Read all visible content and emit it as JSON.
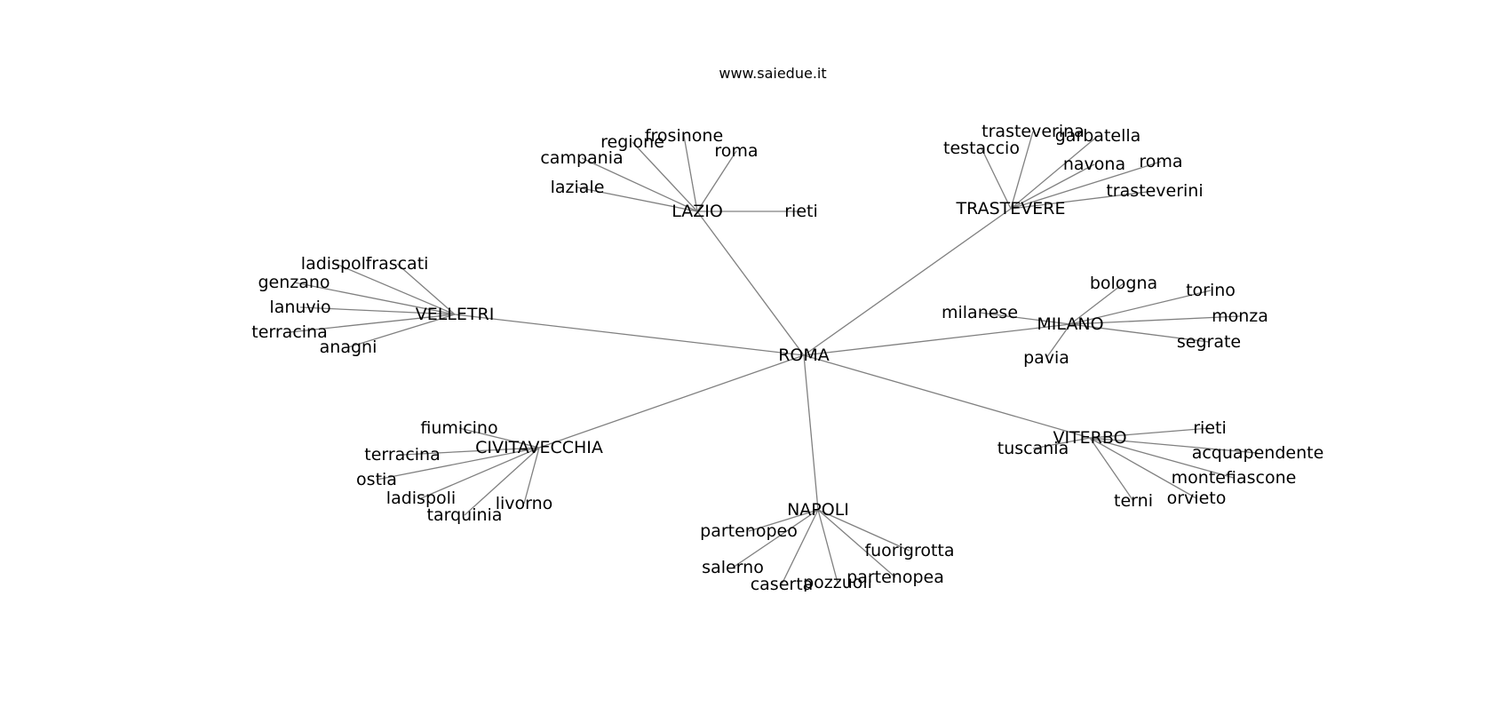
{
  "title": "www.saiedue.it",
  "colors": {
    "edge": "#808080",
    "text": "#000000",
    "background": "#ffffff"
  },
  "graph": {
    "root": "ROMA",
    "hubs": [
      {
        "id": "LAZIO",
        "leaves": [
          "frosinone",
          "regione",
          "roma",
          "campania",
          "laziale",
          "rieti"
        ]
      },
      {
        "id": "TRASTEVERE",
        "leaves": [
          "trasteverina",
          "testaccio",
          "garbatella",
          "navona",
          "roma",
          "trasteverini"
        ]
      },
      {
        "id": "VELLETRI",
        "leaves": [
          "ladispoli",
          "frascati",
          "genzano",
          "lanuvio",
          "terracina",
          "anagni"
        ]
      },
      {
        "id": "MILANO",
        "leaves": [
          "bologna",
          "torino",
          "milanese",
          "monza",
          "segrate",
          "pavia"
        ]
      },
      {
        "id": "CIVITAVECCHIA",
        "leaves": [
          "fiumicino",
          "terracina",
          "ostia",
          "ladispoli",
          "tarquinia",
          "livorno"
        ]
      },
      {
        "id": "VITERBO",
        "leaves": [
          "rieti",
          "tuscania",
          "acquapendente",
          "montefiascone",
          "orvieto",
          "terni"
        ]
      },
      {
        "id": "NAPOLI",
        "leaves": [
          "partenopeo",
          "fuorigrotta",
          "salerno",
          "partenopea",
          "caserta",
          "pozzuoli"
        ]
      }
    ]
  }
}
